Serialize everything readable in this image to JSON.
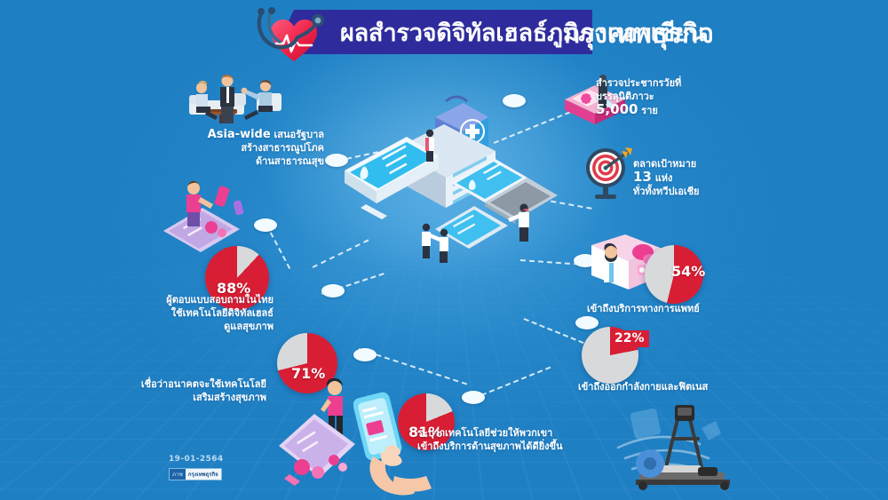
{
  "header": {
    "title": "ผลสำรวจดิจิทัลเฮลธ์ภูมิภาคอาเซียน",
    "watermark": "กรุงเทพธุรกิจ",
    "bar_color": "#2e2c9c",
    "heart_color": "#e8264a"
  },
  "background": {
    "color": "#1f7fc3",
    "accent": "#d81e34",
    "pie_gray": "#d7d9da"
  },
  "callouts": {
    "asia_wide": {
      "lead": "Asia-wide",
      "line1": "เสนอรัฐบาล",
      "line2": "สร้างสาธารณูปโภค",
      "line3": "ด้านสาธารณสุข"
    },
    "population": {
      "line1": "สำรวจประชากรวัยที่",
      "line2": "บรรลุนิติภาวะ",
      "value": "5,000",
      "unit": "ราย"
    },
    "markets": {
      "line1": "ตลาดเป้าหมาย",
      "value": "13",
      "unit": "แห่ง",
      "line3": "ทั่วทั้งทวีปเอเชีย"
    }
  },
  "stats": [
    {
      "id": "thai-digital-health",
      "percent": "88%",
      "value": 88,
      "line1": "ผู้ตอบแบบสอบถามในไทย",
      "line2": "ใช้เทคโนโลยีดิจิทัลเฮลธ์",
      "line3": "ดูแลสุขภาพ"
    },
    {
      "id": "future-tech-health",
      "percent": "71%",
      "value": 71,
      "line1": "เชื่อว่าอนาคตจะใช้เทคโนโลยี",
      "line2": "เสริมสร้างสุขภาพ",
      "line3": ""
    },
    {
      "id": "better-access",
      "percent": "81%",
      "value": 81,
      "line1": "ระบุว่าเทคโนโลยีช่วยให้พวกเขา",
      "line2": "เข้าถึงบริการด้านสุขภาพได้ดียิ่งขึ้น",
      "line3": ""
    },
    {
      "id": "medical-services",
      "percent": "54%",
      "value": 54,
      "line1": "เข้าถึงบริการทางการแพทย์",
      "line2": "",
      "line3": ""
    },
    {
      "id": "fitness-access",
      "percent": "22%",
      "value": 22,
      "line1": "เข้าถึงออกกำลังกายและฟิตเนส",
      "line2": "",
      "line3": ""
    }
  ],
  "chart_data": {
    "type": "pie",
    "title": "ผลสำรวจดิจิทัลเฮลธ์ภูมิภาคอาเซียน",
    "categories": [
      "ผู้ตอบแบบสอบถามในไทยใช้เทคโนโลยีดิจิทัลเฮลธ์ดูแลสุขภาพ",
      "เชื่อว่าอนาคตจะใช้เทคโนโลยีเสริมสร้างสุขภาพ",
      "ระบุว่าเทคโนโลยีช่วยให้พวกเขาเข้าถึงบริการด้านสุขภาพได้ดียิ่งขึ้น",
      "เข้าถึงบริการทางการแพทย์",
      "เข้าถึงออกกำลังกายและฟิตเนส"
    ],
    "values": [
      88,
      71,
      81,
      54,
      22
    ],
    "unit": "%",
    "ylim": [
      0,
      100
    ],
    "series_color": "#d81e34",
    "remainder_color": "#d7d9da",
    "sample_size": 5000,
    "markets": 13,
    "legend": "",
    "grid": false
  },
  "footer": {
    "date": "19-01-2564",
    "logo_left": "ภาพ",
    "logo_right": "กรุงเทพธุรกิจ"
  }
}
